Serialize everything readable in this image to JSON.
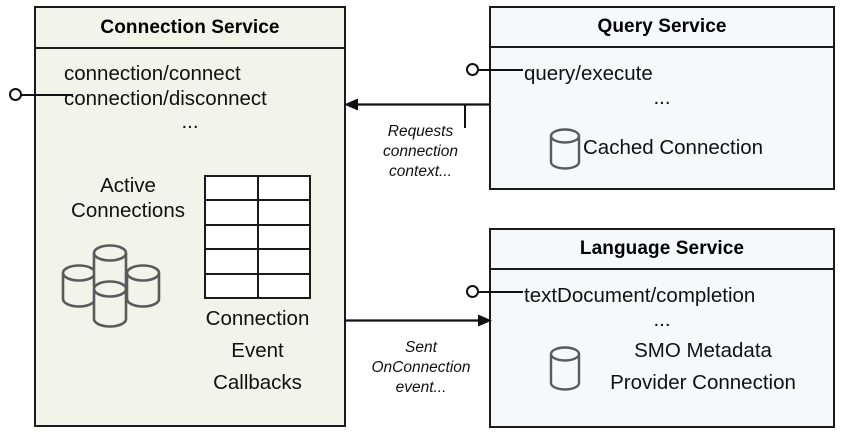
{
  "diagram": {
    "title": "Connection Service component interaction diagram",
    "colors": {
      "connection_service_fill": "#f2f4ea",
      "other_service_fill": "#f7f8fa",
      "stroke": "#1a1a1a",
      "icon_stroke": "#5a5a5a",
      "text": "#111111"
    }
  },
  "components": {
    "connection_service": {
      "title": "Connection Service",
      "endpoints": [
        "connection/connect",
        "connection/disconnect"
      ],
      "ellipsis": "...",
      "active_connections_label_line1": "Active",
      "active_connections_label_line2": "Connections",
      "active_connections_icon": "multi-database-cylinders-icon",
      "callbacks_label_line1": "Connection",
      "callbacks_label_line2": "Event",
      "callbacks_label_line3": "Callbacks",
      "callbacks_icon": "table-grid-icon",
      "table_rows": 5,
      "table_cols": 2,
      "interface_port": "provided-interface-lollipop"
    },
    "query_service": {
      "title": "Query Service",
      "endpoints": [
        "query/execute"
      ],
      "ellipsis": "...",
      "resource_label": "Cached Connection",
      "resource_icon": "database-cylinder-icon",
      "interface_port": "provided-interface-lollipop"
    },
    "language_service": {
      "title": "Language Service",
      "endpoints": [
        "textDocument/completion"
      ],
      "ellipsis": "...",
      "resource_label_line1": "SMO Metadata",
      "resource_label_line2": "Provider Connection",
      "resource_icon": "database-cylinder-icon",
      "interface_port": "provided-interface-lollipop"
    }
  },
  "connections": [
    {
      "id": "query-to-connection",
      "from": "query_service",
      "to": "connection_service",
      "direction": "left",
      "caption_lines": [
        "Requests",
        "connection",
        "context..."
      ]
    },
    {
      "id": "connection-to-language",
      "from": "connection_service",
      "to": "language_service",
      "direction": "right",
      "caption_lines": [
        "Sent",
        "OnConnection",
        "event..."
      ]
    }
  ]
}
